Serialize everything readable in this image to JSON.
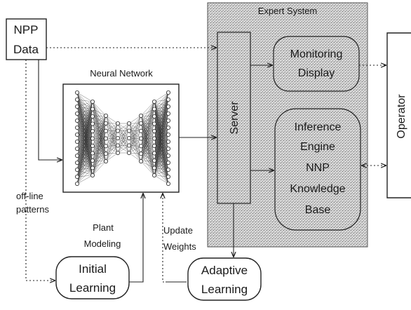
{
  "npp": {
    "line1": "NPP",
    "line2": "Data"
  },
  "expert_system": {
    "title": "Expert System"
  },
  "neural_network": {
    "title": "Neural Network"
  },
  "server": {
    "label": "Server"
  },
  "monitoring": {
    "line1": "Monitoring",
    "line2": "Display"
  },
  "inference": {
    "line1": "Inference",
    "line2": "Engine",
    "line3": "NNP",
    "line4": "Knowledge",
    "line5": "Base"
  },
  "operator": {
    "label": "Operator"
  },
  "offline": {
    "line1": "off-line",
    "line2": "patterns"
  },
  "plant_modeling": {
    "line1": "Plant",
    "line2": "Modeling"
  },
  "update_weights": {
    "line1": "Update",
    "line2": "Weights"
  },
  "initial_learning": {
    "line1": "Initial",
    "line2": "Learning"
  },
  "adaptive_learning": {
    "line1": "Adaptive",
    "line2": "Learning"
  }
}
